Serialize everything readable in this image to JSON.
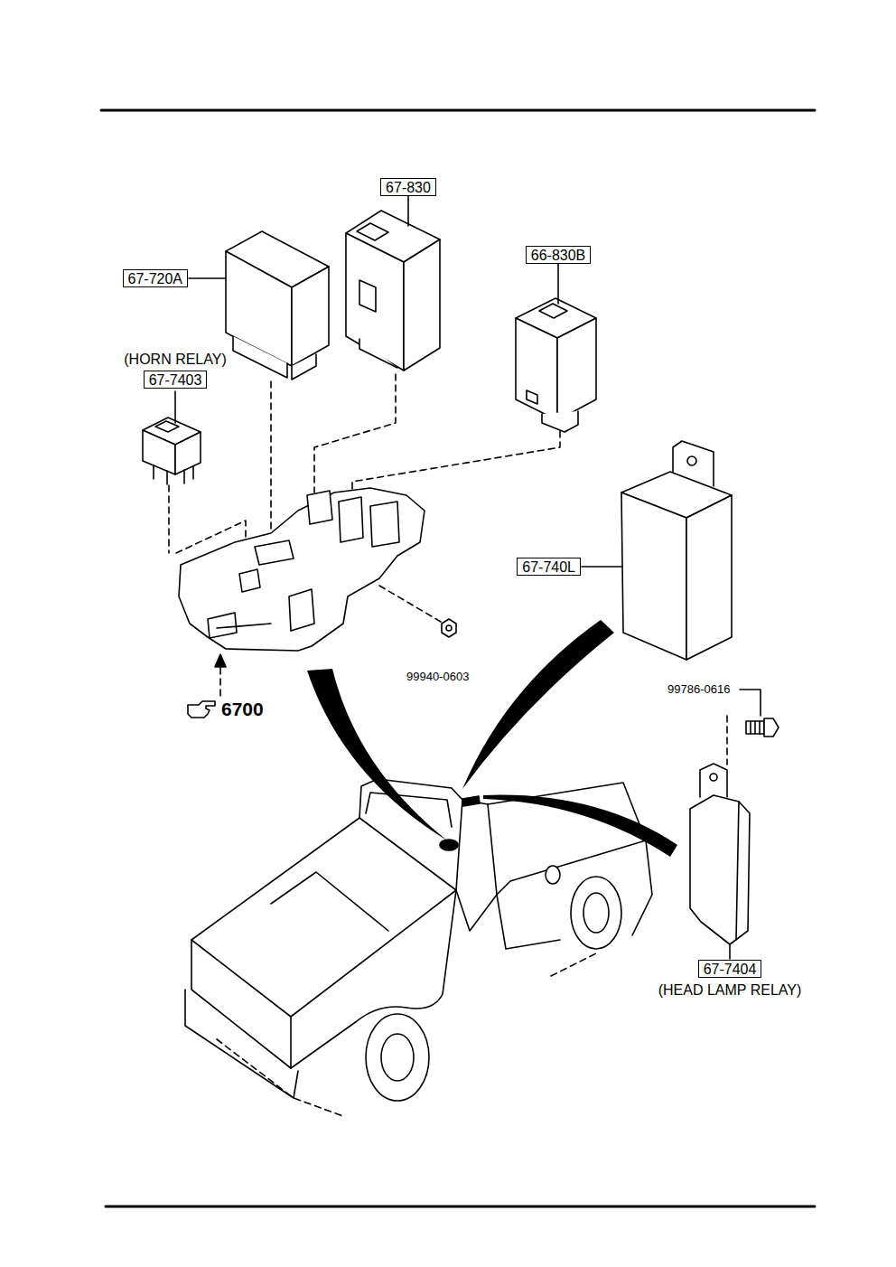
{
  "diagram": {
    "nodes": [
      {
        "text": [
          "67-830"
        ]
      },
      {
        "text": [
          "66-830B"
        ]
      },
      {
        "text": [
          "67-720A"
        ]
      },
      {
        "text": [
          "(HORN RELAY)",
          "67-7403"
        ]
      },
      {
        "text": [
          "67-740L"
        ]
      },
      {
        "text": [
          "67-7404",
          "(HEAD LAMP RELAY)"
        ]
      }
    ],
    "labels": [
      "99940-0603",
      "99786-0616",
      "6700"
    ]
  }
}
